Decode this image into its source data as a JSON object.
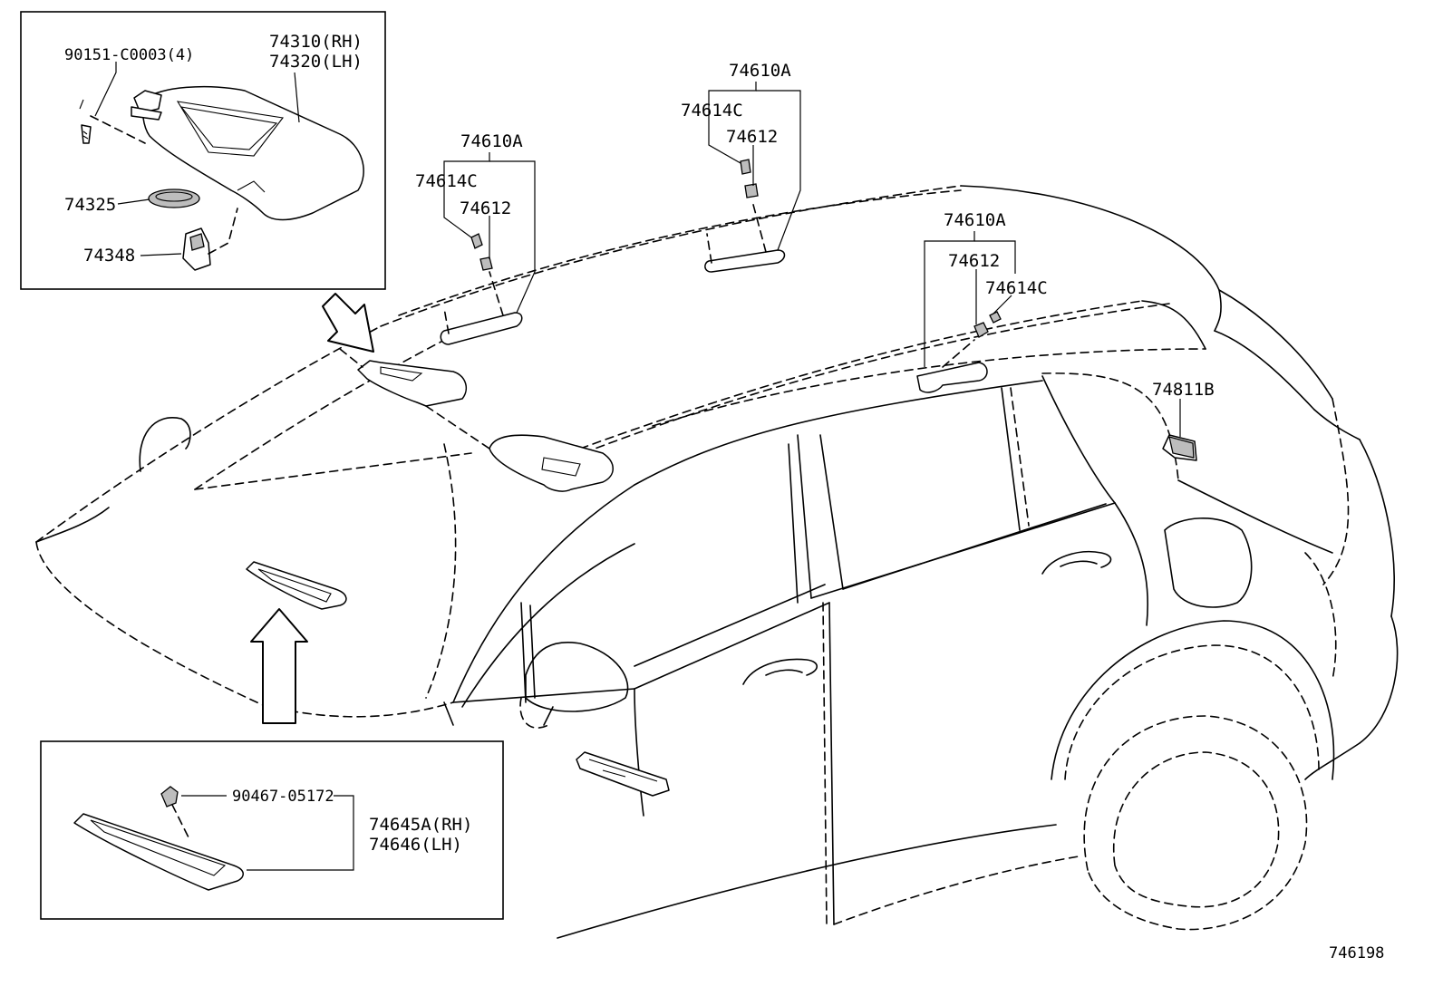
{
  "labels": {
    "visor_screw": "90151-C0003(4)",
    "visor_rh": "74310(RH)",
    "visor_lh": "74320(LH)",
    "visor_mirror_cover": "74325",
    "visor_holder": "74348",
    "grip_a_assy": "74610A",
    "grip_a_cap": "74614C",
    "grip_a_bracket": "74612",
    "grip_b_assy": "74610A",
    "grip_b_cap": "74614C",
    "grip_b_bracket": "74612",
    "grip_c_assy": "74610A",
    "grip_c_bracket": "74612",
    "grip_c_cap": "74614C",
    "rear_part": "74811B",
    "clip": "90467-05172",
    "pillar_rh": "74645A(RH)",
    "pillar_lh": "74646(LH)",
    "illustration_no": "746198"
  }
}
